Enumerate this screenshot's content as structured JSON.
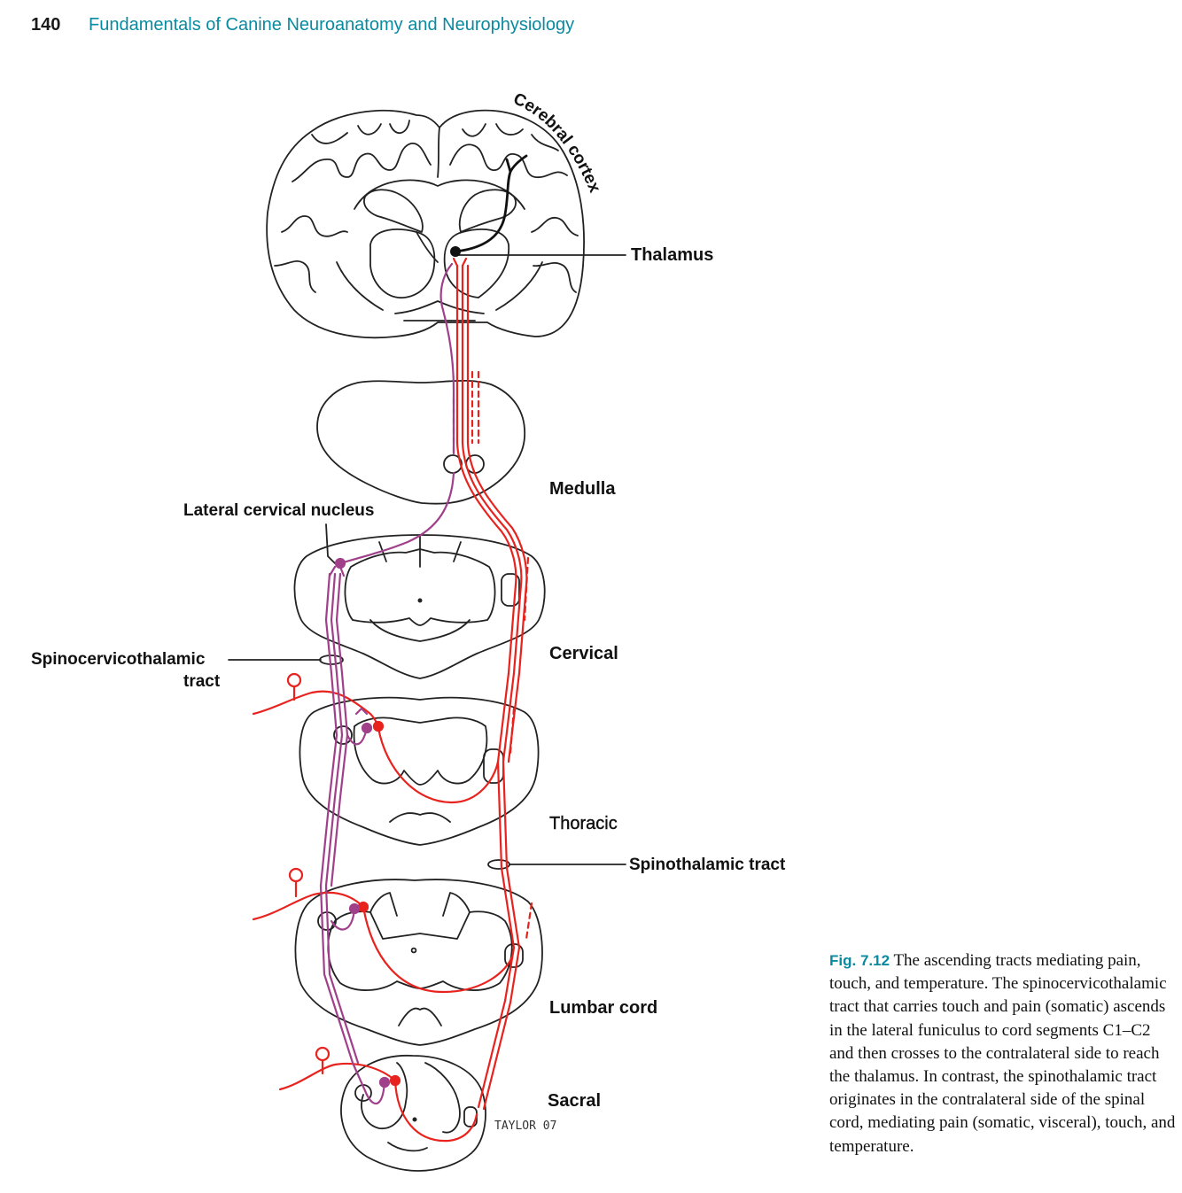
{
  "header": {
    "page_number": "140",
    "book_title": "Fundamentals of Canine Neuroanatomy and Neurophysiology"
  },
  "labels": {
    "cerebral_cortex": "Cerebral cortex",
    "thalamus": "Thalamus",
    "medulla": "Medulla",
    "lateral_cervical_nucleus": "Lateral cervical nucleus",
    "cervical": "Cervical",
    "spinocervicothalamic_line1": "Spinocervicothalamic",
    "spinocervicothalamic_line2": "tract",
    "thoracic": "Thoracic",
    "spinothalamic_tract": "Spinothalamic tract",
    "lumbar_cord": "Lumbar cord",
    "sacral": "Sacral",
    "signature": "TAYLOR 07"
  },
  "caption": {
    "figure_number": "Fig. 7.12",
    "text": "The ascending tracts mediating pain, touch, and temperature. The spinocervicothalamic tract that carries touch and pain (somatic) ascends in the lateral funiculus to cord segments C1–C2 and then crosses to the contralateral side to reach the thalamus. In contrast, the spinothalamic tract originates in the contralateral side of the spinal cord, mediating pain (somatic, visceral), touch, and temperature."
  },
  "colors": {
    "spinocervicothalamic": "#a0408a",
    "spinothalamic": "#e8231e",
    "outline": "#222222",
    "accent": "#0a8aa0"
  }
}
